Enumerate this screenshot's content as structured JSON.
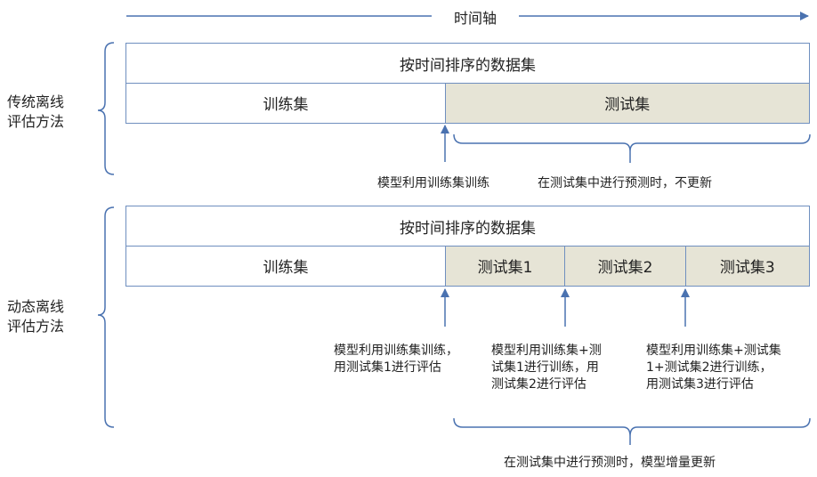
{
  "timeline": {
    "label": "时间轴"
  },
  "traditional": {
    "side_label": "传统离线\n评估方法",
    "dataset": "按时间排序的数据集",
    "train": "训练集",
    "test": "测试集",
    "train_note": "模型利用训练集训练",
    "test_note": "在测试集中进行预测时，不更新"
  },
  "dynamic": {
    "side_label": "动态离线\n评估方法",
    "dataset": "按时间排序的数据集",
    "train": "训练集",
    "test1": "测试集1",
    "test2": "测试集2",
    "test3": "测试集3",
    "note1": "模型利用训练集训练，\n用测试集1进行评估",
    "note2": "模型利用训练集+测\n试集1进行训练，用\n测试集2进行评估",
    "note3": "模型利用训练集+测试集\n1+测试集2进行训练，\n用测试集3进行评估",
    "bottom_note": "在测试集中进行预测时，模型增量更新"
  },
  "colors": {
    "line": "#4a72b0",
    "border": "#6f8fbf",
    "test_fill": "#e6e4d6"
  }
}
